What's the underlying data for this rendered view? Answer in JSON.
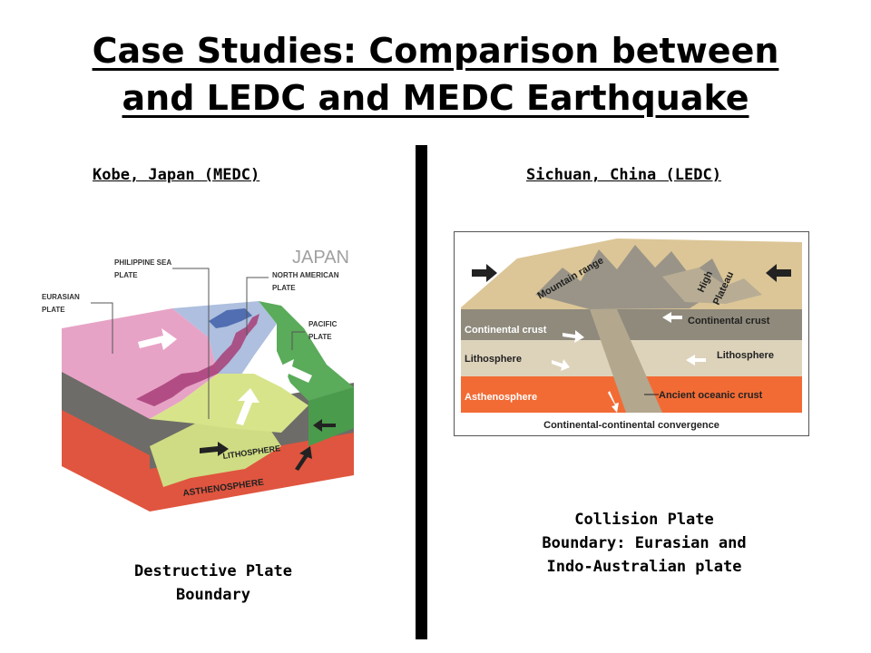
{
  "title": {
    "line1": "Case Studies: Comparison between",
    "line2": "and LEDC and MEDC Earthquake"
  },
  "left": {
    "heading": "Kobe, Japan (MEDC)",
    "diagram": {
      "country": "JAPAN",
      "labels": {
        "eurasian_1": "EURASIAN",
        "eurasian_2": "PLATE",
        "philippine_1": "PHILIPPINE SEA",
        "philippine_2": "PLATE",
        "north_american_1": "NORTH AMERICAN",
        "north_american_2": "PLATE",
        "pacific_1": "PACIFIC",
        "pacific_2": "PLATE",
        "lithosphere": "LITHOSPHERE",
        "asthenosphere": "ASTHENOSPHERE"
      },
      "colors": {
        "eurasian": "#e7a3c6",
        "philippine": "#d8e48a",
        "north_american": "#aebfdf",
        "pacific": "#5aab5a",
        "asthenosphere": "#e0553f",
        "lithosphere": "#6e6c68"
      }
    },
    "caption_1": "Destructive Plate",
    "caption_2": "Boundary"
  },
  "right": {
    "heading": "Sichuan, China (LEDC)",
    "diagram": {
      "labels": {
        "mountain_range": "Mountain range",
        "high": "High",
        "plateau": "Plateau",
        "continental_crust_left": "Continental crust",
        "continental_crust_right": "Continental crust",
        "lithosphere_left": "Lithosphere",
        "lithosphere_right": "Lithosphere",
        "asthenosphere": "Asthenosphere",
        "ancient_oceanic_crust": "Ancient oceanic crust",
        "footer": "Continental-continental convergence"
      },
      "colors": {
        "surface": "#dcc697",
        "crust": "#8f8a7c",
        "lithosphere": "#ddd3bb",
        "asthenosphere": "#f26b35"
      }
    },
    "caption_1": "Collision Plate",
    "caption_2": "Boundary: Eurasian and",
    "caption_3": "Indo-Australian plate"
  }
}
